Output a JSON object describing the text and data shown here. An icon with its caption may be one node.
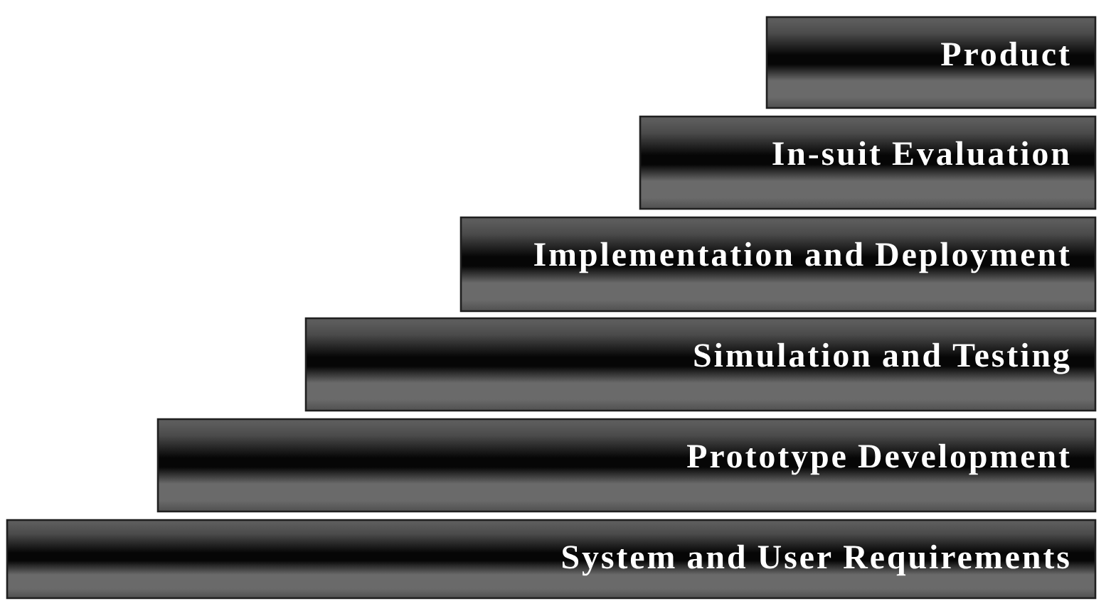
{
  "diagram": {
    "nodes": [
      {
        "text": [
          "Product"
        ]
      },
      {
        "text": [
          "In-suit Evaluation"
        ]
      },
      {
        "text": [
          "Implementation and Deployment"
        ]
      },
      {
        "text": [
          "Simulation and Testing"
        ]
      },
      {
        "text": [
          "Prototype Development"
        ]
      },
      {
        "text": [
          "System and User Requirements"
        ]
      }
    ]
  }
}
